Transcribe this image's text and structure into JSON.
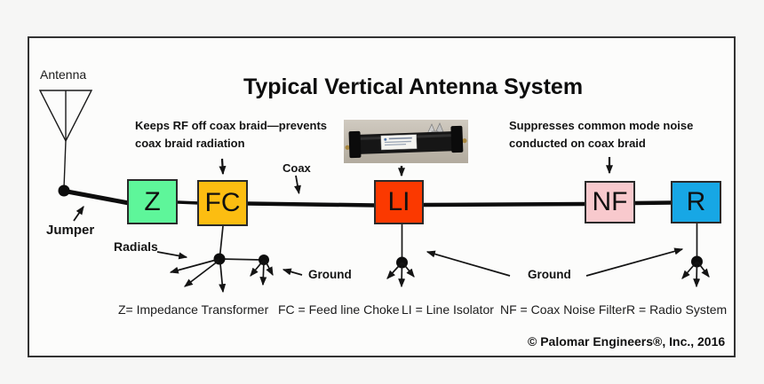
{
  "diagram": {
    "title": "Typical Vertical Antenna System",
    "copyright": "© Palomar Engineers®, Inc., 2016"
  },
  "labels": {
    "antenna": "Antenna",
    "jumper": "Jumper",
    "radials": "Radials",
    "coax": "Coax",
    "ground_fc": "Ground",
    "ground_main": "Ground"
  },
  "notes": {
    "fc": [
      "Keeps RF off coax braid—prevents",
      "coax braid radiation"
    ],
    "nf": [
      "Suppresses common mode noise",
      "conducted on coax braid"
    ]
  },
  "components": [
    {
      "label": "Z",
      "color": "#5ef69a"
    },
    {
      "label": "FC",
      "color": "#fcbd11"
    },
    {
      "label": "LI",
      "color": "#fb3900"
    },
    {
      "label": "NF",
      "color": "#f8c9cd"
    },
    {
      "label": "R",
      "color": "#17a7e5"
    }
  ],
  "legend": [
    "Z= Impedance Transformer",
    "FC = Feed line Choke",
    "LI = Line Isolator",
    "NF = Coax Noise Filter",
    "R = Radio System"
  ]
}
